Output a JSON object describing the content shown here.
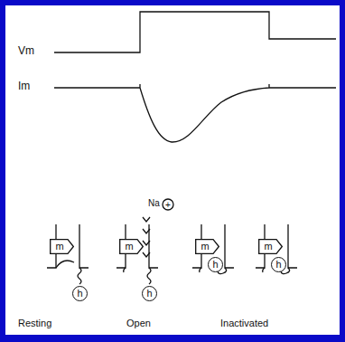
{
  "diagram": {
    "nodes": [
      {
        "text": [
          "m"
        ]
      },
      {
        "text": [
          "m"
        ]
      },
      {
        "text": [
          "m"
        ]
      },
      {
        "text": [
          "m"
        ]
      },
      {
        "text": [
          "h"
        ]
      },
      {
        "text": [
          "h"
        ]
      },
      {
        "text": [
          "h"
        ]
      },
      {
        "text": [
          "h"
        ]
      }
    ],
    "labels": [
      "Vm",
      "Im",
      "Na",
      "+",
      "Resting",
      "Open",
      "Inactivated"
    ]
  }
}
